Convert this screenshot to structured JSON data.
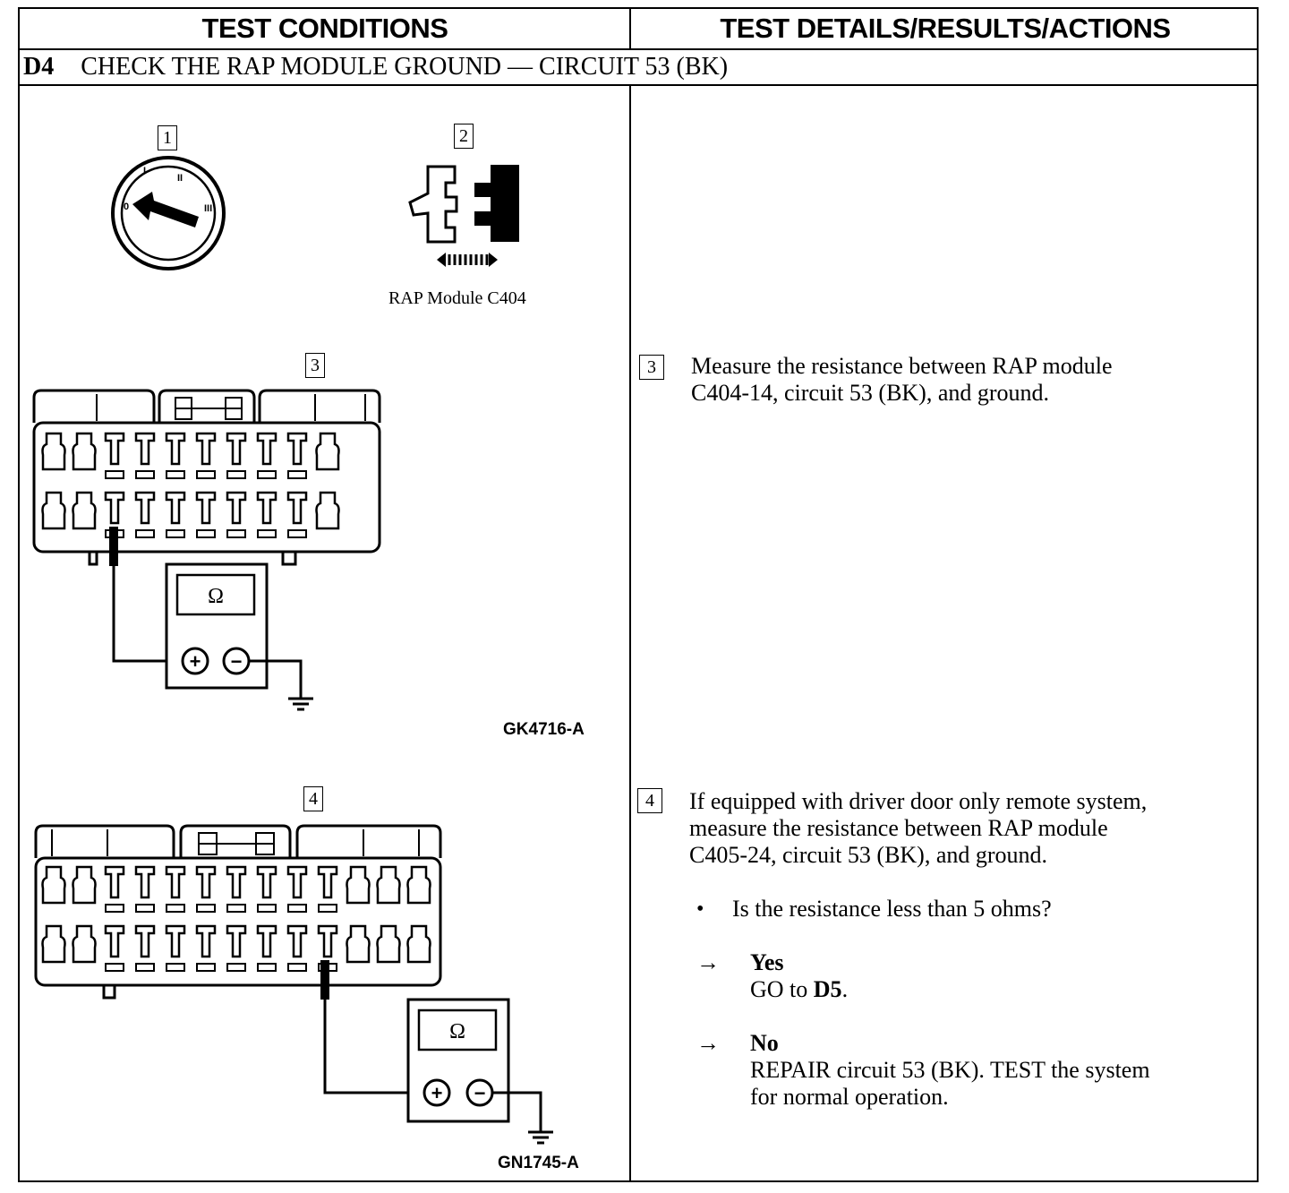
{
  "header": {
    "left": "TEST CONDITIONS",
    "right": "TEST DETAILS/RESULTS/ACTIONS"
  },
  "step": {
    "id": "D4",
    "title": "CHECK THE RAP MODULE GROUND — CIRCUIT 53 (BK)"
  },
  "figures": {
    "callout1": "1",
    "callout2": "2",
    "callout3": "3",
    "callout4": "4",
    "ignition_labels": [
      "0",
      "I",
      "II",
      "III"
    ],
    "connector_caption": "RAP Module C404",
    "meter_symbol": "Ω",
    "plus": "+",
    "minus": "−",
    "fig_id_1": "GK4716-A",
    "fig_id_2": "GN1745-A"
  },
  "details": {
    "step3_num": "3",
    "step3_lines": [
      "Measure the resistance between RAP module",
      "C404-14, circuit 53 (BK), and ground."
    ],
    "step4_num": "4",
    "step4_lines": [
      "If equipped with driver door only remote system,",
      "measure the resistance between RAP module",
      "C405-24, circuit 53 (BK), and ground."
    ],
    "question": "Is the resistance less than 5 ohms?",
    "bullet": "•",
    "arrow": "→",
    "yes_label": "Yes",
    "yes_action_prefix": "GO to ",
    "yes_action_target": "D5",
    "yes_action_suffix": ".",
    "no_label": "No",
    "no_action_lines": [
      "REPAIR circuit 53 (BK). TEST the system",
      "for normal operation."
    ]
  }
}
